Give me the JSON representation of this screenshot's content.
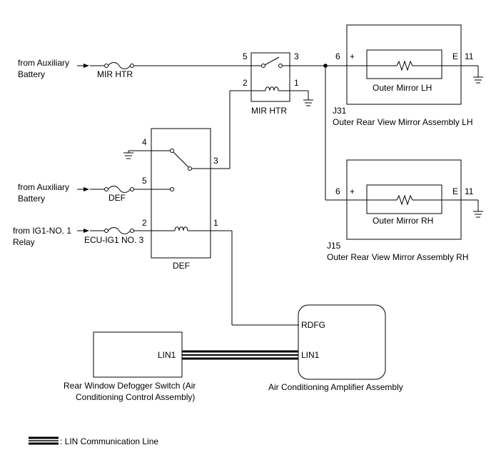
{
  "sources": {
    "aux1_line1": "from Auxiliary",
    "aux1_line2": "Battery",
    "aux2_line1": "from Auxiliary",
    "aux2_line2": "Battery",
    "ig1_line1": "from IG1-NO. 1",
    "ig1_line2": "Relay"
  },
  "fuses": {
    "mir_htr": "MIR HTR",
    "def": "DEF",
    "ecu_ig1": "ECU-IG1 NO. 3"
  },
  "mir_htr_relay": {
    "label": "MIR HTR",
    "pin5": "5",
    "pin3": "3",
    "pin2": "2",
    "pin1": "1"
  },
  "def_relay": {
    "label": "DEF",
    "pin4": "4",
    "pin3": "3",
    "pin5": "5",
    "pin2": "2",
    "pin1": "1"
  },
  "mirror_lh": {
    "pin6": "6",
    "plus": "+",
    "e": "E",
    "pin11": "11",
    "heater_label": "Outer Mirror LH",
    "connector": "J31",
    "assembly": "Outer Rear View Mirror Assembly LH"
  },
  "mirror_rh": {
    "pin6": "6",
    "plus": "+",
    "e": "E",
    "pin11": "11",
    "heater_label": "Outer Mirror RH",
    "connector": "J15",
    "assembly": "Outer Rear View Mirror Assembly RH"
  },
  "ac_amplifier": {
    "rdfg": "RDFG",
    "lin1": "LIN1",
    "label": "Air Conditioning Amplifier Assembly"
  },
  "defogger_switch": {
    "lin1": "LIN1",
    "label_line1": "Rear Window Defogger Switch (Air",
    "label_line2": "Conditioning Control Assembly)"
  },
  "legend": {
    "text": ": LIN Communication Line"
  }
}
